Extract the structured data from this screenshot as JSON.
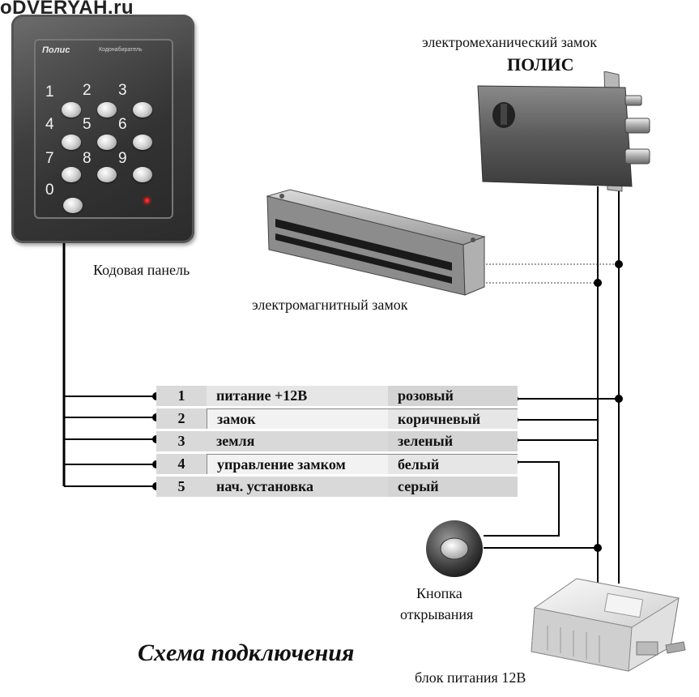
{
  "watermark": "oDVERYAH.ru",
  "devices": {
    "keypad": {
      "caption": "Кодовая панель",
      "brand": "Полис",
      "sub": "Кодонабиратель",
      "keys": [
        "1",
        "2",
        "3",
        "4",
        "5",
        "6",
        "7",
        "8",
        "9",
        "0"
      ]
    },
    "electromechanical_lock": {
      "caption": "электромеханический замок",
      "name": "ПОЛИС"
    },
    "electromagnetic_lock": {
      "caption": "электромагнитный замок"
    },
    "button": {
      "caption_line1": "Кнопка",
      "caption_line2": "открывания"
    },
    "power_supply": {
      "caption": "блок питания 12В"
    }
  },
  "wires": [
    {
      "num": "1",
      "function": "питание +12В",
      "color": "розовый"
    },
    {
      "num": "2",
      "function": "замок",
      "color": "коричневый"
    },
    {
      "num": "3",
      "function": "земля",
      "color": "зеленый"
    },
    {
      "num": "4",
      "function": "управление замком",
      "color": "белый"
    },
    {
      "num": "5",
      "function": "нач. установка",
      "color": "серый"
    }
  ],
  "title": "Схема подключения"
}
